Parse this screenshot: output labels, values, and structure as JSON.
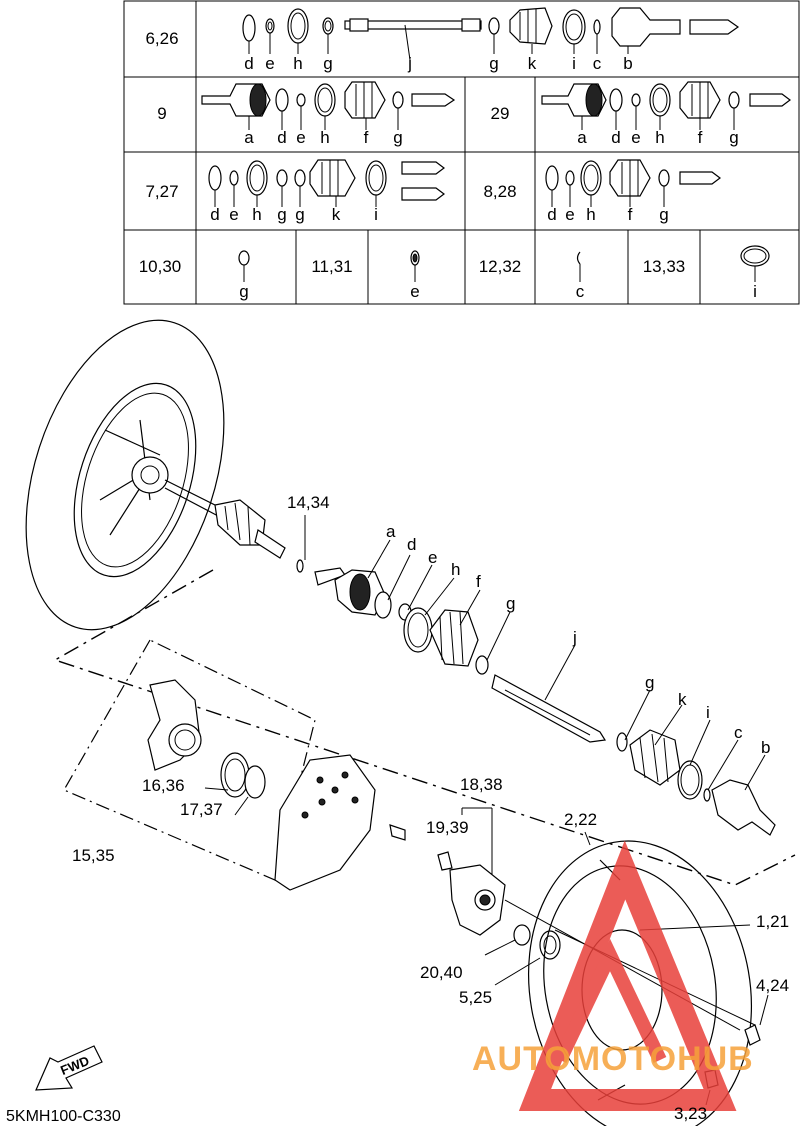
{
  "table": {
    "rows": [
      {
        "label": "6,26",
        "letters": [
          "d",
          "e",
          "h",
          "g",
          "j",
          "g",
          "k",
          "i",
          "c",
          "b"
        ]
      },
      {
        "label_left": "9",
        "letters_left": [
          "a",
          "d",
          "e",
          "h",
          "f",
          "g"
        ],
        "label_right": "29",
        "letters_right": [
          "a",
          "d",
          "e",
          "h",
          "f",
          "g"
        ]
      },
      {
        "label_left": "7,27",
        "letters_left": [
          "d",
          "e",
          "h",
          "g",
          "g",
          "k",
          "i"
        ],
        "label_right": "8,28",
        "letters_right": [
          "d",
          "e",
          "h",
          "f",
          "g"
        ]
      },
      {
        "cells": [
          {
            "label": "10,30",
            "letter": "g"
          },
          {
            "label": "11,31",
            "letter": "e"
          },
          {
            "label": "12,32",
            "letter": "c"
          },
          {
            "label": "13,33",
            "letter": "i"
          }
        ]
      }
    ]
  },
  "callouts": {
    "c14_34": "14,34",
    "a": "a",
    "d": "d",
    "e": "e",
    "h": "h",
    "f": "f",
    "g1": "g",
    "j": "j",
    "g2": "g",
    "k": "k",
    "i": "i",
    "c": "c",
    "b": "b",
    "c16_36": "16,36",
    "c17_37": "17,37",
    "c15_35": "15,35",
    "c18_38": "18,38",
    "c19_39": "19,39",
    "c2_22": "2,22",
    "c1_21": "1,21",
    "c20_40": "20,40",
    "c5_25": "5,25",
    "c4_24": "4,24",
    "c3_23": "3,23"
  },
  "fwd_label": "FWD",
  "diagram_code": "5KMH100-C330",
  "watermark": "AUTOMOTOHUB",
  "colors": {
    "watermark_red": "#e8403a",
    "watermark_orange": "#f6a23a",
    "line": "#000000"
  }
}
